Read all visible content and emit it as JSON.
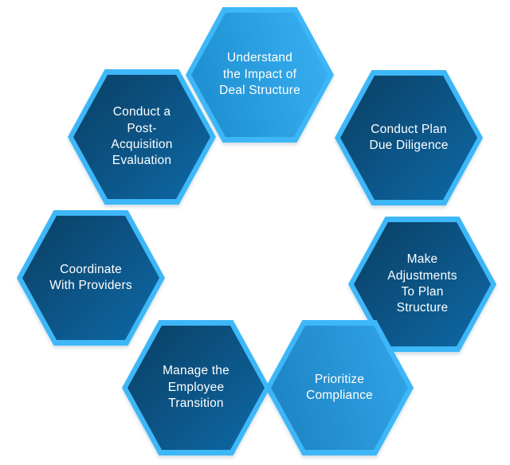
{
  "diagram": {
    "background": "#ffffff",
    "hex_border_color": "#3db7f8",
    "text_color": "#ffffff",
    "styles": {
      "bright": {
        "angle": 75,
        "from": "#1b8ccd",
        "to": "#3ab1f3"
      },
      "medium": {
        "angle": 75,
        "from": "#1c81c1",
        "to": "#31a5e8"
      },
      "dark": {
        "angle": 135,
        "from": "#0a3f63",
        "to": "#0e69a7"
      }
    },
    "hexagons": [
      {
        "id": "understand-deal-structure",
        "position": "top",
        "style": "bright",
        "label": "Understand\nthe Impact of\nDeal Structure"
      },
      {
        "id": "conduct-plan-due-diligence",
        "position": "top-right",
        "style": "dark",
        "label": "Conduct Plan\nDue Diligence"
      },
      {
        "id": "make-adjustments",
        "position": "right",
        "style": "dark",
        "label": "Make\nAdjustments\nTo Plan\nStructure"
      },
      {
        "id": "prioritize-compliance",
        "position": "bottom-right",
        "style": "medium",
        "label": "Prioritize\nCompliance"
      },
      {
        "id": "manage-employee-transition",
        "position": "bottom-left",
        "style": "dark",
        "label": "Manage the\nEmployee\nTransition"
      },
      {
        "id": "coordinate-with-providers",
        "position": "left",
        "style": "dark",
        "label": "Coordinate\nWith Providers"
      },
      {
        "id": "post-acquisition-evaluation",
        "position": "top-left",
        "style": "dark",
        "label": "Conduct a\nPost-\nAcquisition\nEvaluation"
      }
    ]
  }
}
